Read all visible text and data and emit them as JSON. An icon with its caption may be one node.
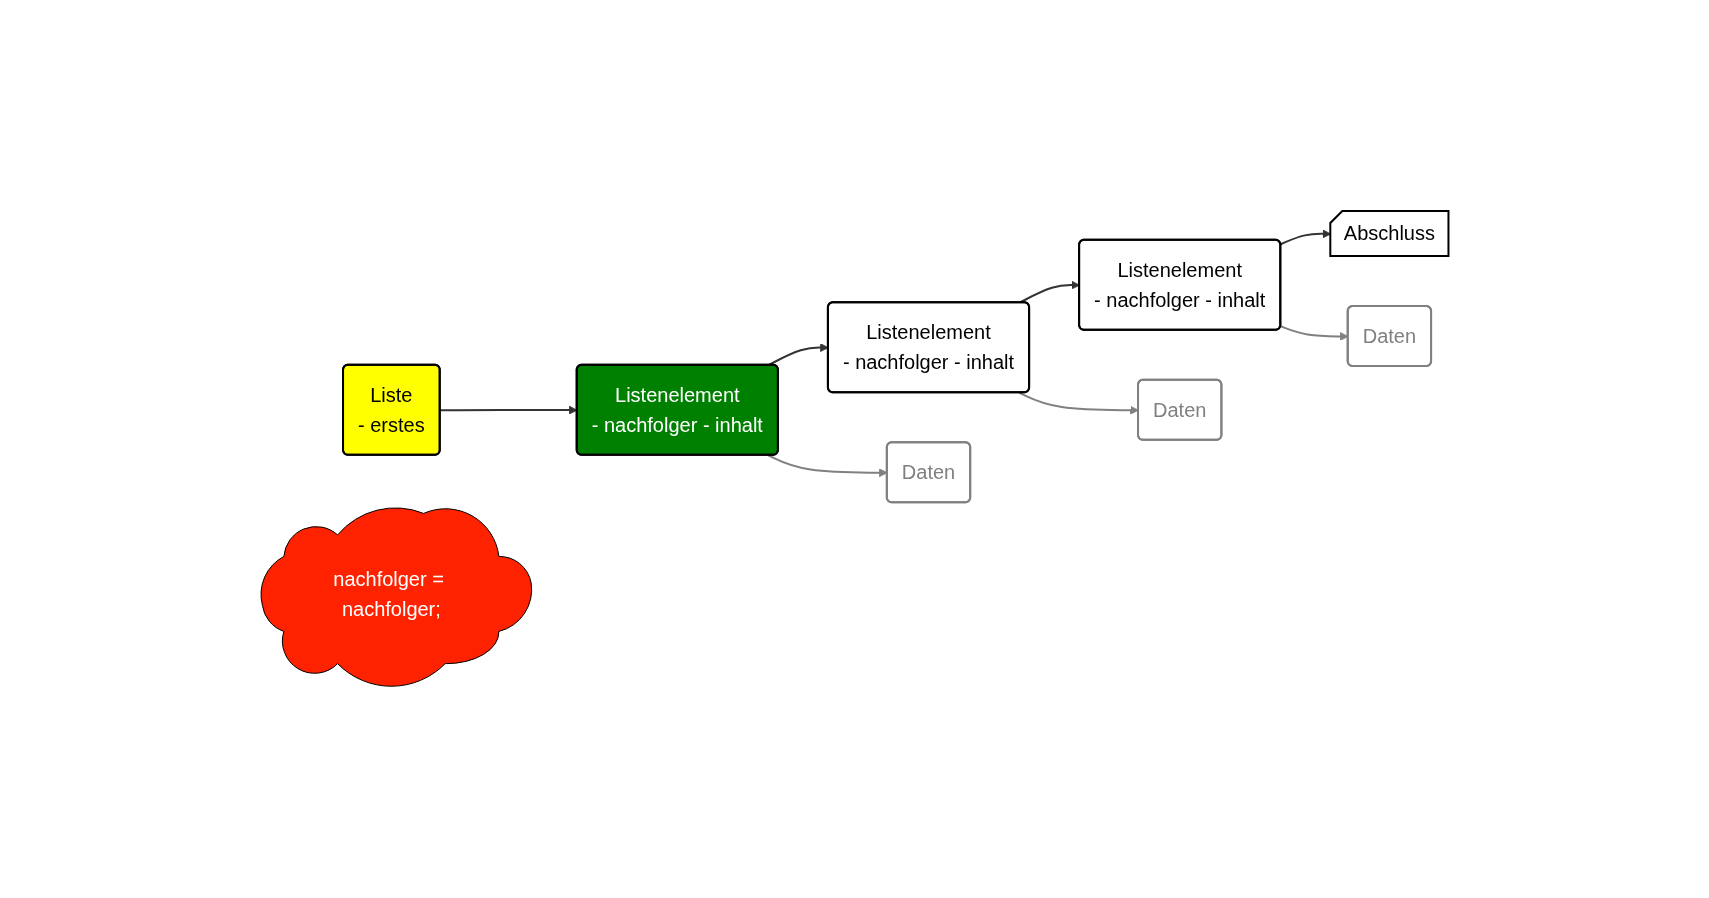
{
  "diagram": {
    "nodes": [
      {
        "text": [
          "Liste",
          "- erstes"
        ]
      },
      {
        "text": [
          "nachfolger = nachfolger;"
        ]
      },
      {
        "text": [
          "Listenelement",
          "- nachfolger - inhalt"
        ]
      },
      {
        "text": [
          "Listenelement",
          "- nachfolger - inhalt"
        ]
      },
      {
        "text": [
          "Listenelement",
          "- nachfolger - inhalt"
        ]
      },
      {
        "text": [
          "Abschluss"
        ]
      },
      {
        "text": [
          "Daten"
        ]
      },
      {
        "text": [
          "Daten"
        ]
      },
      {
        "text": [
          "Daten"
        ]
      }
    ],
    "edges": [
      {
        "from": 0,
        "to": 2,
        "arrow": "to"
      },
      {
        "from": 2,
        "to": 3,
        "arrow": "to"
      },
      {
        "from": 3,
        "to": 4,
        "arrow": "to"
      },
      {
        "from": 4,
        "to": 5,
        "arrow": "to"
      },
      {
        "from": 2,
        "to": 6,
        "arrow": "to",
        "color": "#808080"
      },
      {
        "from": 3,
        "to": 7,
        "arrow": "to",
        "color": "#808080"
      },
      {
        "from": 4,
        "to": 8,
        "arrow": "to",
        "color": "#808080"
      }
    ]
  }
}
